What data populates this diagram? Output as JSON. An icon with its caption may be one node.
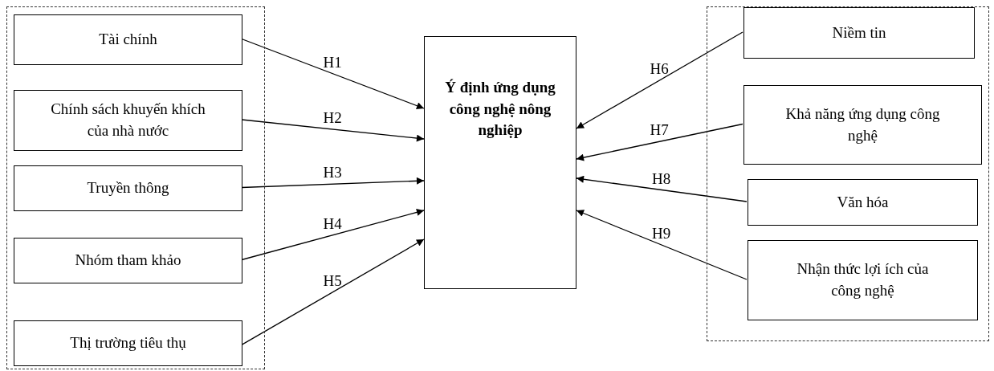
{
  "diagram": {
    "nodes": [
      {
        "text": [],
        "shape": "box"
      },
      {
        "text": [
          "Tài chính"
        ],
        "in": 0
      },
      {
        "text": [
          "Chính sách khuyến khích của nhà nước"
        ],
        "in": 0
      },
      {
        "text": [
          "Truyền thông"
        ],
        "in": 0
      },
      {
        "text": [
          "Nhóm tham khảo"
        ],
        "in": 0
      },
      {
        "text": [
          "Thị trường tiêu thụ"
        ],
        "in": 0
      },
      {
        "text": [
          "Ý định ứng dụng công nghệ nông nghiệp"
        ]
      },
      {
        "text": [],
        "shape": "box"
      },
      {
        "text": [
          "Niềm tin"
        ],
        "in": 7
      },
      {
        "text": [
          "Khả năng ứng dụng công nghệ"
        ],
        "in": 7
      },
      {
        "text": [
          "Văn hóa"
        ],
        "in": 7
      },
      {
        "text": [
          "Nhận thức lợi ích của công nghệ"
        ],
        "in": 7
      }
    ],
    "edges": [
      {
        "from": 1,
        "to": 6,
        "arrow": "to",
        "label": "H1"
      },
      {
        "from": 2,
        "to": 6,
        "arrow": "to",
        "label": "H2"
      },
      {
        "from": 3,
        "to": 6,
        "arrow": "to",
        "label": "H3"
      },
      {
        "from": 4,
        "to": 6,
        "arrow": "to",
        "label": "H4"
      },
      {
        "from": 5,
        "to": 6,
        "arrow": "to",
        "label": "H5"
      },
      {
        "from": 8,
        "to": 6,
        "arrow": "to",
        "label": "H6"
      },
      {
        "from": 9,
        "to": 6,
        "arrow": "to",
        "label": "H7"
      },
      {
        "from": 10,
        "to": 6,
        "arrow": "to",
        "label": "H8"
      },
      {
        "from": 11,
        "to": 6,
        "arrow": "to",
        "label": "H9"
      }
    ]
  }
}
